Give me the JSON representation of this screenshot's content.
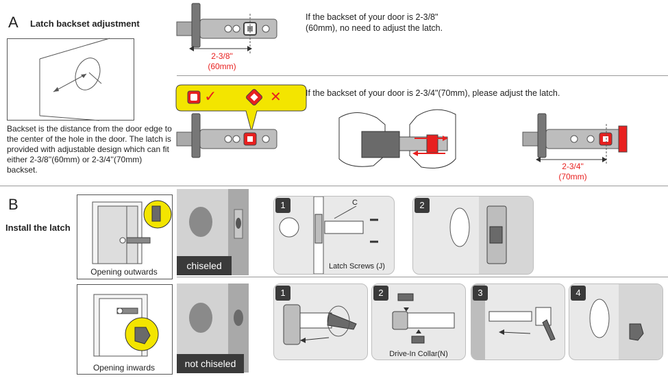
{
  "section_a": {
    "letter": "A",
    "title": "Latch backset adjustment",
    "description": "Backset is the distance from the door edge to the center of the hole in the door. The latch is provided with adjustable design which can fit either 2-3/8''(60mm) or 2-3/4''(70mm) backset.",
    "row1_text": "If the backset of your door is 2-3/8\"(60mm), no need to adjust the latch.",
    "row1_measure": "2-3/8\"",
    "row1_measure_mm": "(60mm)",
    "row2_text": "If the backset of your door is  2-3/4\"(70mm), please adjust the latch.",
    "row2_measure": "2-3/4\"",
    "row2_measure_mm": "(70mm)",
    "check_mark": "✓",
    "cross_mark": "✕"
  },
  "section_b": {
    "letter": "B",
    "title": "Install the latch",
    "door_out_caption": "Opening outwards",
    "door_in_caption": "Opening inwards",
    "chiseled_label": "chiseled",
    "not_chiseled_label": "not chiseled",
    "chiseled_steps": [
      {
        "num": "1",
        "callout": "C",
        "caption": "Latch Screws (J)"
      },
      {
        "num": "2"
      }
    ],
    "not_chiseled_steps": [
      {
        "num": "1"
      },
      {
        "num": "2",
        "caption": "Drive-In Collar(N)"
      },
      {
        "num": "3"
      },
      {
        "num": "4"
      }
    ]
  },
  "colors": {
    "accent_yellow": "#f3e500",
    "accent_red": "#e8201f",
    "badge_dark": "#3a3a3a"
  }
}
